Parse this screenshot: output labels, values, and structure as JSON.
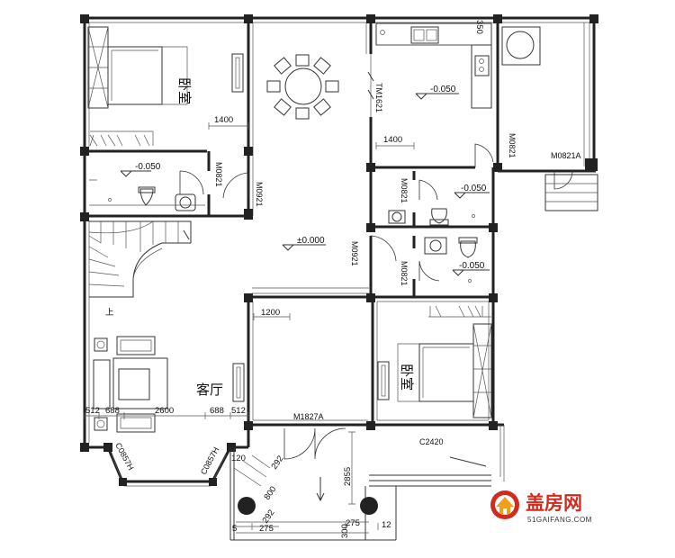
{
  "rooms": {
    "bedroom_top": "卧室",
    "bedroom_bottom": "卧室",
    "living": "客厅",
    "stair_up": "上"
  },
  "levels": {
    "main": "±0.000",
    "bath_left": "-0.050",
    "kitchen": "-0.050",
    "bath_right_top": "-0.050",
    "bath_right_bottom": "-0.050"
  },
  "dimensions": {
    "d1400_top": "1400",
    "d1400_kitchen": "1400",
    "d1200": "1200",
    "d512_l": "512",
    "d688_l": "688",
    "d2600": "2600",
    "d688_r": "688",
    "d512_r": "512",
    "d120": "120",
    "d292_a": "292",
    "d292_b": "292",
    "d800": "800",
    "d2855": "2855",
    "d350": "350",
    "d275_a": "275",
    "d275_b": "275",
    "d300": "300",
    "d5": "5",
    "d12": "12"
  },
  "codes": {
    "m0821_a": "M0821",
    "m0921_a": "M0921",
    "m0921_b": "M0921",
    "m0821_b": "M0821",
    "m0821_c": "M0821",
    "m0821_d": "M0821",
    "m0821a": "M0821A",
    "tm1621": "TM1621",
    "m1827a": "M1827A",
    "c2420": "C2420",
    "c0857h_a": "C0857H",
    "c0857h_b": "C0857H"
  },
  "logo": {
    "name": "盖房网",
    "url": "51GAIFANG.COM"
  },
  "colors": {
    "wall": "#222222",
    "logo_red": "#d32a1e",
    "logo_orange": "#f0a020"
  }
}
